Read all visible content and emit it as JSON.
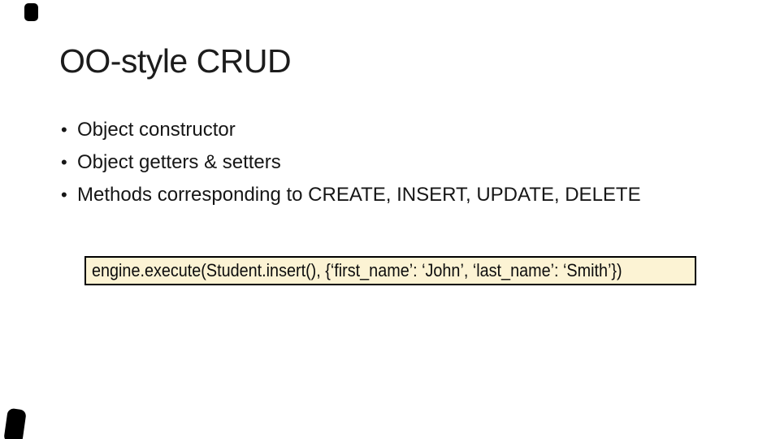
{
  "slide": {
    "title": "OO-style CRUD",
    "bullet_char": "•",
    "bullets": [
      "Object constructor",
      "Object getters & setters",
      "Methods corresponding to CREATE, INSERT, UPDATE, DELETE"
    ],
    "code_box": {
      "text": "engine.execute(Student.insert(), {‘first_name’: ‘John’, ‘last_name’: ‘Smith’})",
      "background_color": "#FCF3D4",
      "border_color": "#000000"
    },
    "colors": {
      "slide_background": "#FFFFFF",
      "text": "#161616"
    }
  }
}
